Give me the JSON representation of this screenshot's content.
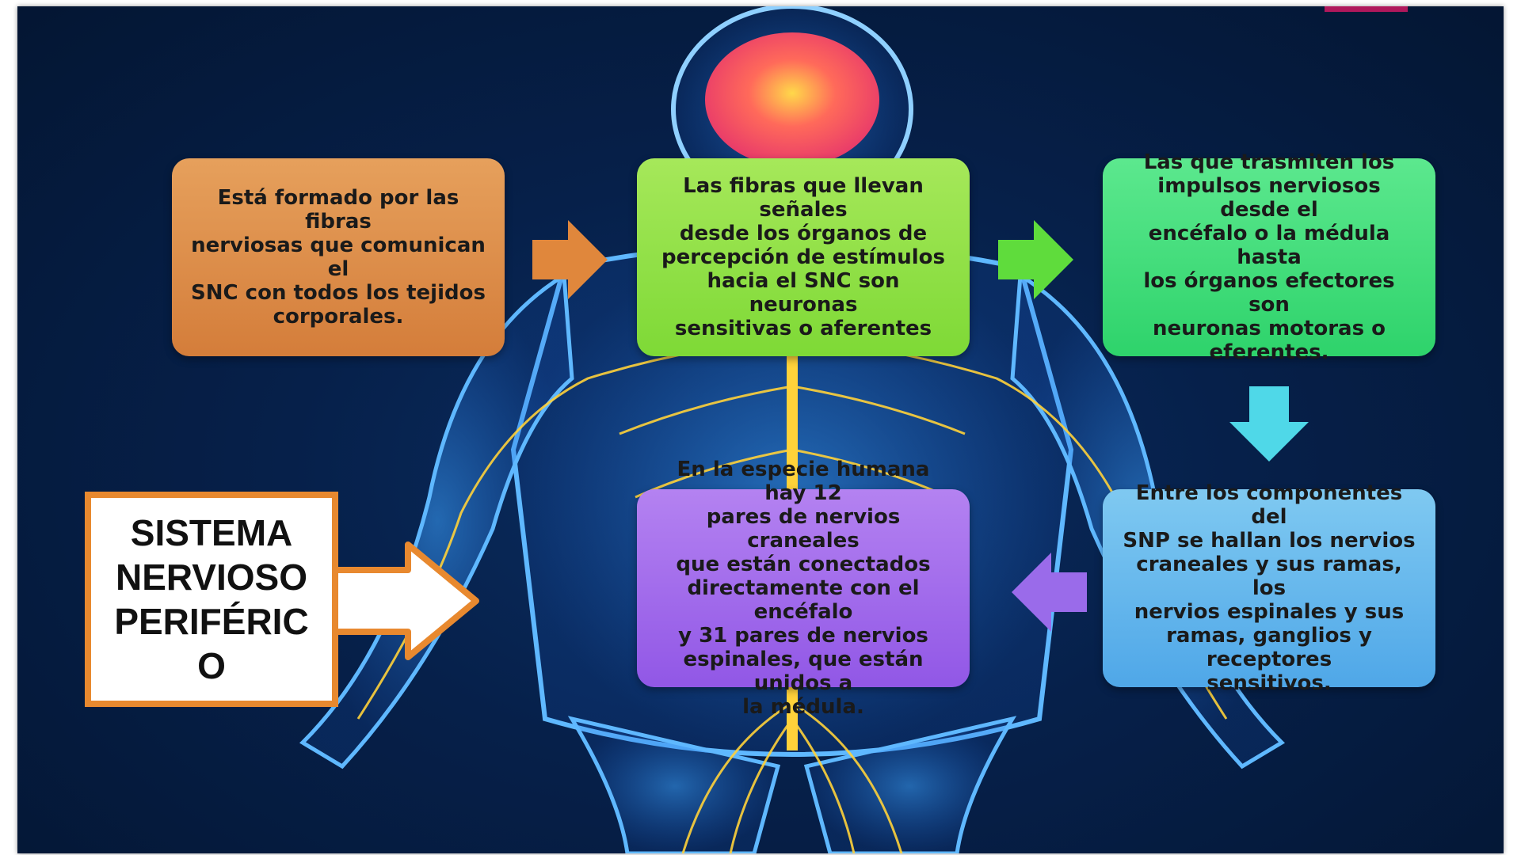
{
  "diagram": {
    "title_lines": [
      "SISTEMA",
      "NERVIOSO",
      "PERIFÉRIC",
      "O"
    ],
    "boxes": {
      "orange": [
        "Está formado por las fibras",
        "nerviosas que comunican el",
        "SNC con todos los tejidos",
        "corporales."
      ],
      "green": [
        "Las fibras que llevan señales",
        "desde los órganos de",
        "percepción de estímulos",
        "hacia el SNC son neuronas",
        "sensitivas o aferentes"
      ],
      "emerald": [
        "Las que trasmiten los",
        "impulsos nerviosos desde el",
        "encéfalo o la médula hasta",
        "los órganos efectores son",
        "neuronas motoras o",
        "eferentes."
      ],
      "blue": [
        "Entre los componentes del",
        "SNP se hallan los nervios",
        "craneales y sus ramas, los",
        "nervios espinales y sus",
        "ramas, ganglios y receptores",
        "sensitivos."
      ],
      "purple": [
        "En la especie humana hay 12",
        "pares de nervios craneales",
        "que están conectados",
        "directamente con el encéfalo",
        "y 31 pares de nervios",
        "espinales, que están unidos a",
        "la médula."
      ]
    }
  },
  "colors": {
    "background": "#06204a",
    "orange": "#d47d3a",
    "green": "#7ed936",
    "emerald": "#2ed36b",
    "cyan_arrow": "#4fd8e8",
    "blue": "#4fa7e8",
    "purple": "#9157e6",
    "title_border": "#e8892f",
    "accent": "#b0185c"
  }
}
